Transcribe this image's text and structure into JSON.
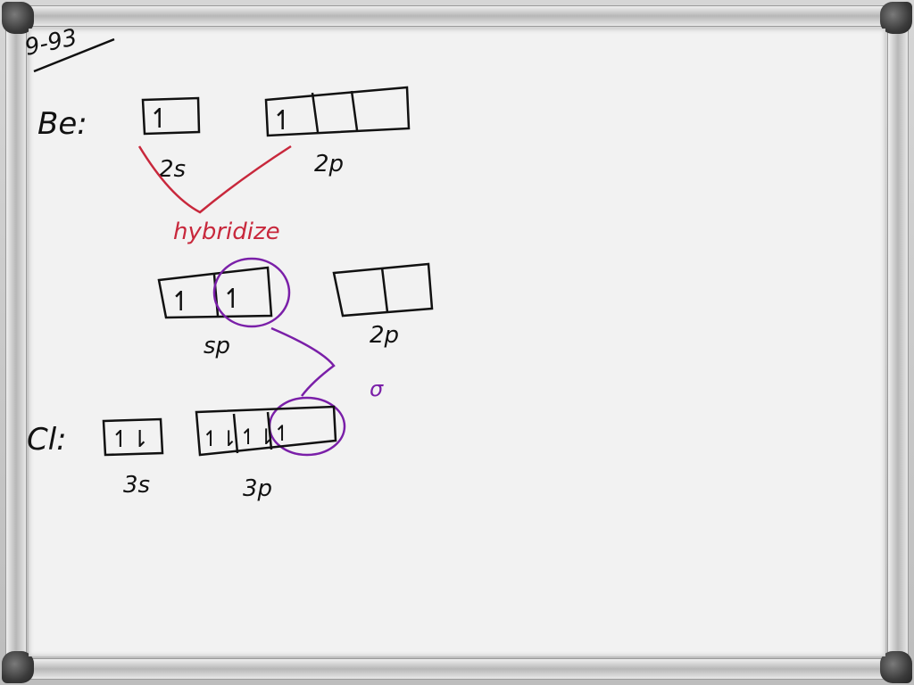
{
  "problem_number": "9-93",
  "atom_be": "Be:",
  "atom_cl": "Cl:",
  "be_ground": {
    "s_box": "↿",
    "s_label": "2s",
    "p_boxes": [
      "↿",
      "",
      ""
    ],
    "p_label": "2p"
  },
  "hybridize_label": "hybridize",
  "be_hybrid": {
    "sp_boxes": [
      "↿",
      "↿"
    ],
    "sp_label": "sp",
    "p_boxes": [
      "",
      ""
    ],
    "p_label": "2p"
  },
  "bond_label": "σ",
  "cl": {
    "s_box": "↿⇂",
    "s_label": "3s",
    "p_boxes": [
      "↿⇂",
      "↿⇂",
      "↿"
    ],
    "p_label": "3p"
  },
  "colors": {
    "ink": "#111111",
    "red": "#c8283c",
    "purple": "#7a1fa8",
    "board": "#f2f2f2"
  }
}
